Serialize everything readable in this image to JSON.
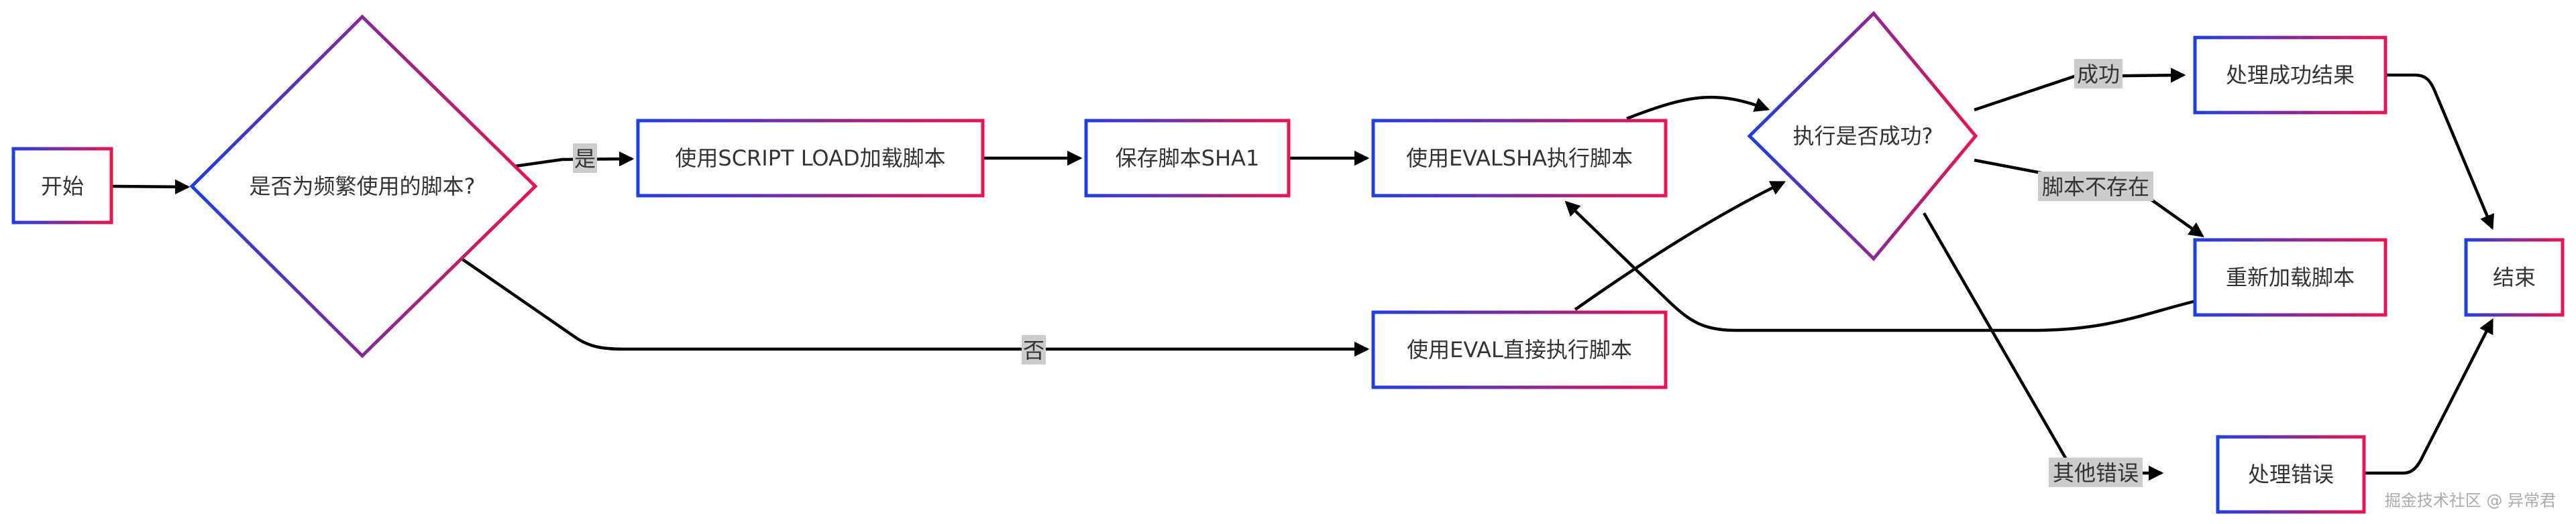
{
  "nodes": {
    "start": "开始",
    "decision_frequent": "是否为频繁使用的脚本?",
    "script_load": "使用SCRIPT LOAD加载脚本",
    "save_sha": "保存脚本SHA1",
    "evalsha": "使用EVALSHA执行脚本",
    "eval_direct": "使用EVAL直接执行脚本",
    "decision_success": "执行是否成功?",
    "handle_success": "处理成功结果",
    "reload": "重新加载脚本",
    "handle_error": "处理错误",
    "end": "结束"
  },
  "edge_labels": {
    "yes": "是",
    "no": "否",
    "success": "成功",
    "script_missing": "脚本不存在",
    "other_error": "其他错误"
  },
  "watermark": "掘金技术社区 @ 异常君",
  "colors": {
    "gradient_start": "#1f3fe0",
    "gradient_end": "#e8154f",
    "edge": "#000000",
    "label_bg": "#cccccc"
  }
}
